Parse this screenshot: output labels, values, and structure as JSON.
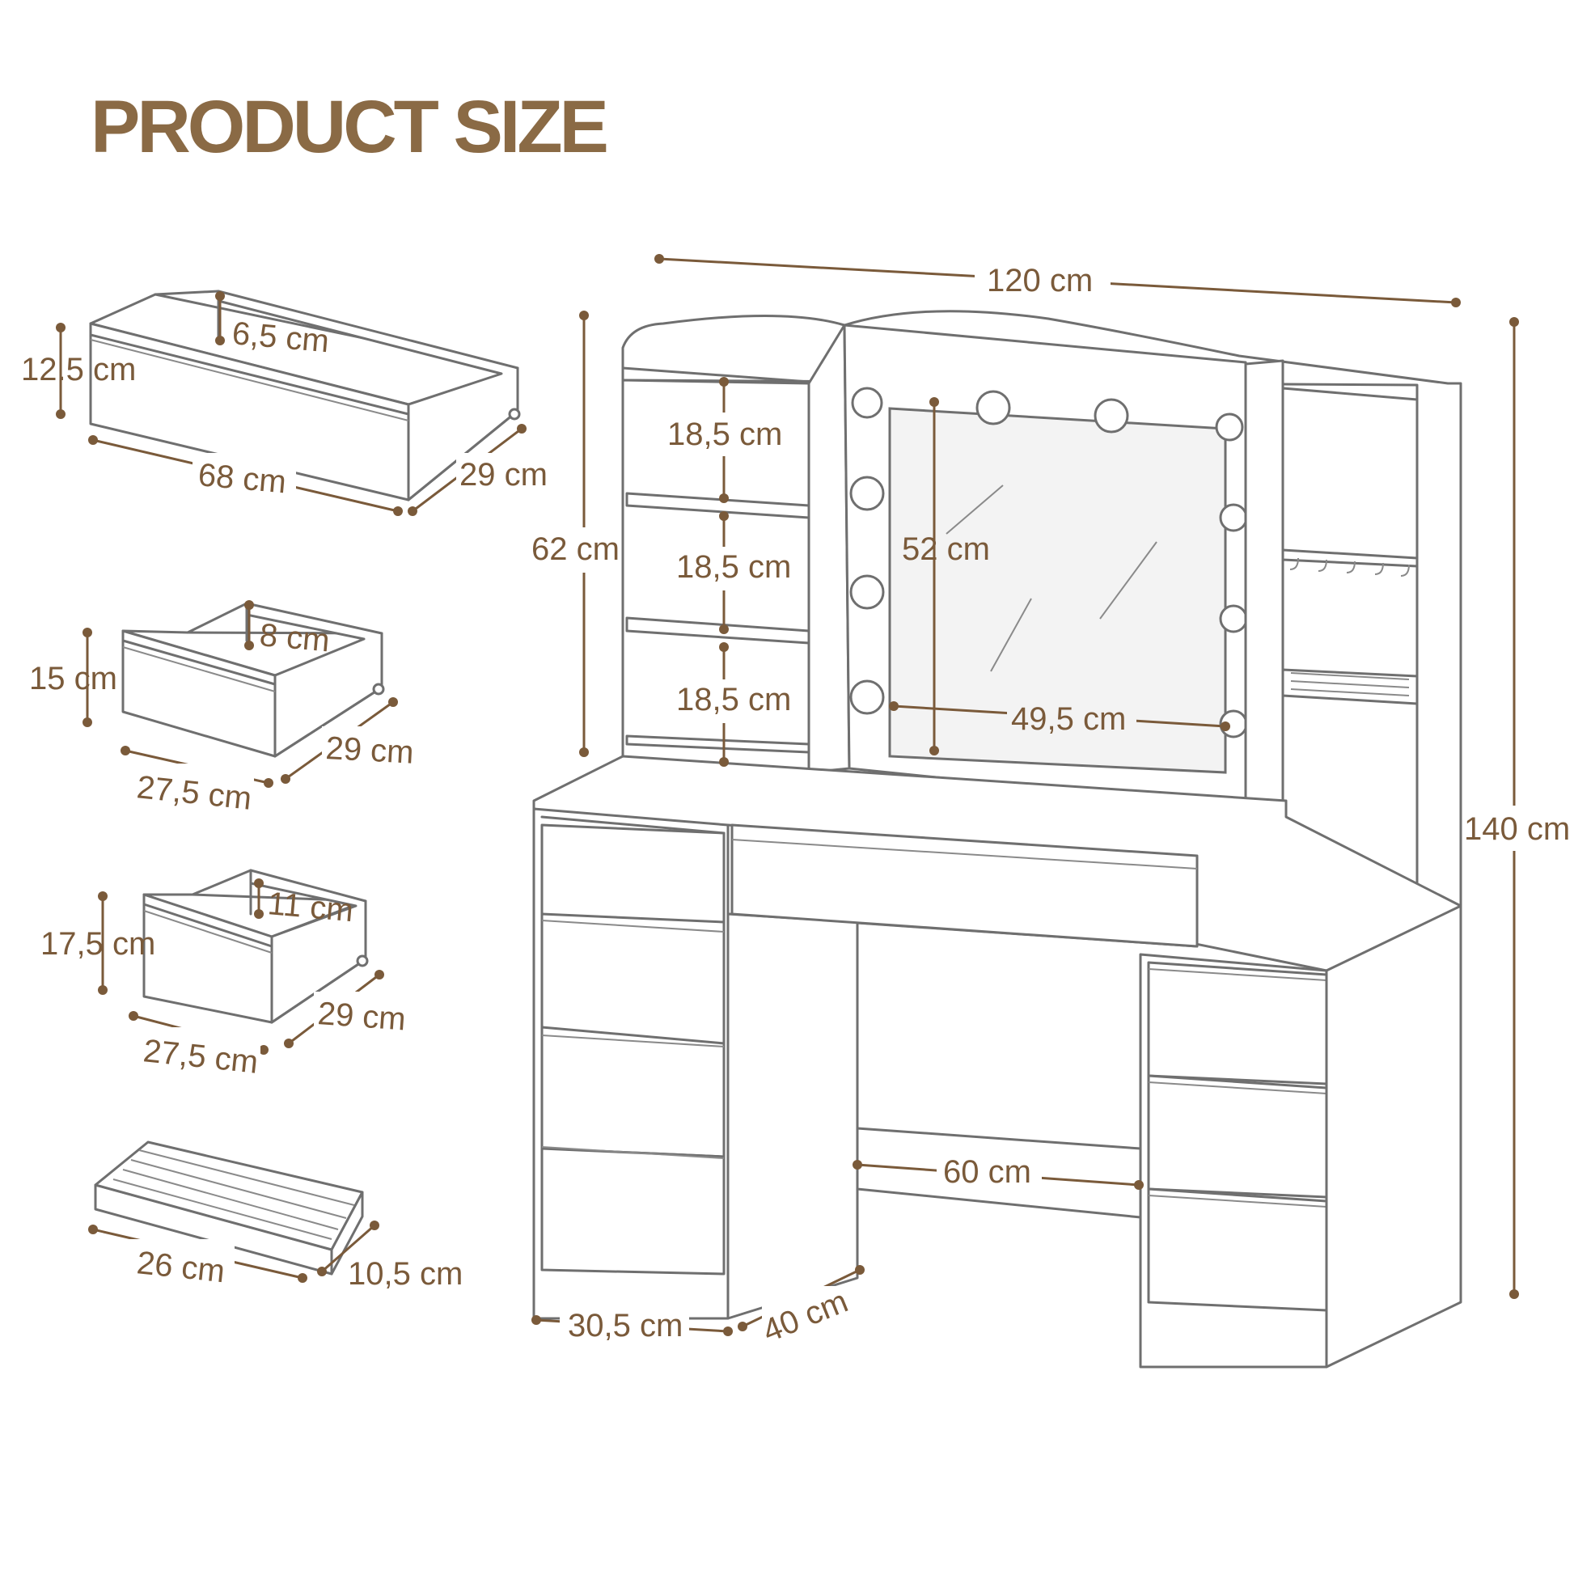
{
  "title": "PRODUCT SIZE",
  "colors": {
    "accent": "#8a6a45",
    "dimension": "#7a5a3a",
    "outline": "#6f6f6f",
    "background": "#ffffff"
  },
  "drawers": [
    {
      "name": "large-drawer",
      "height": "12.5 cm",
      "inner_height": "6,5 cm",
      "width": "68 cm",
      "depth": "29 cm"
    },
    {
      "name": "small-drawer",
      "height": "15 cm",
      "inner_height": "8 cm",
      "width": "27,5 cm",
      "depth": "29 cm"
    },
    {
      "name": "medium-drawer",
      "height": "17,5 cm",
      "inner_height": "11 cm",
      "width": "27,5 cm",
      "depth": "29 cm"
    },
    {
      "name": "jewelry-tray",
      "width": "26 cm",
      "depth": "10,5 cm"
    }
  ],
  "vanity": {
    "total_width": "120 cm",
    "total_height": "140 cm",
    "hutch_height": "62 cm",
    "shelf_heights": [
      "18,5 cm",
      "18,5 cm",
      "18,5 cm"
    ],
    "mirror_height": "52 cm",
    "mirror_width": "49,5 cm",
    "legroom_width": "60 cm",
    "cabinet_width": "30,5 cm",
    "depth": "40 cm"
  }
}
